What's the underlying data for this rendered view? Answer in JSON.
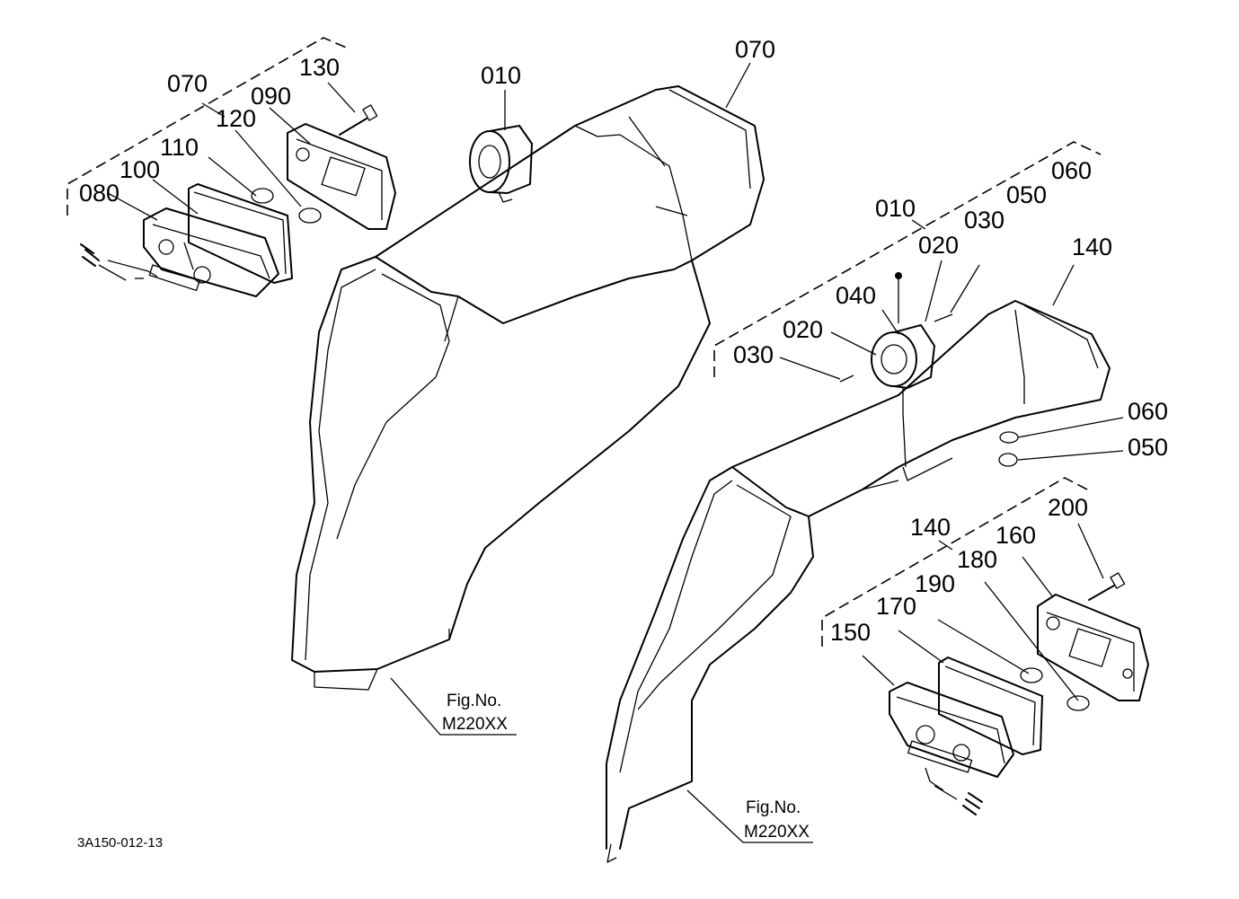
{
  "diagram": {
    "drawing_code": "3A150-012-13",
    "figure_refs": [
      {
        "title": "Fig.No.",
        "code": "M220XX"
      },
      {
        "title": "Fig.No.",
        "code": "M220XX"
      }
    ],
    "part_labels": {
      "left_070": "070",
      "left_130": "130",
      "left_090": "090",
      "left_120": "120",
      "left_110": "110",
      "left_100": "100",
      "left_080": "080",
      "top_010": "010",
      "top_070": "070",
      "right_010": "010",
      "right_050": "050",
      "right_060": "060",
      "right_020a": "020",
      "right_030a": "030",
      "right_140": "140",
      "right_040": "040",
      "right_020b": "020",
      "right_030b": "030",
      "right_060b": "060",
      "right_050b": "050",
      "lower_140": "140",
      "lower_200": "200",
      "lower_160": "160",
      "lower_180": "180",
      "lower_190": "190",
      "lower_170": "170",
      "lower_150": "150"
    }
  }
}
